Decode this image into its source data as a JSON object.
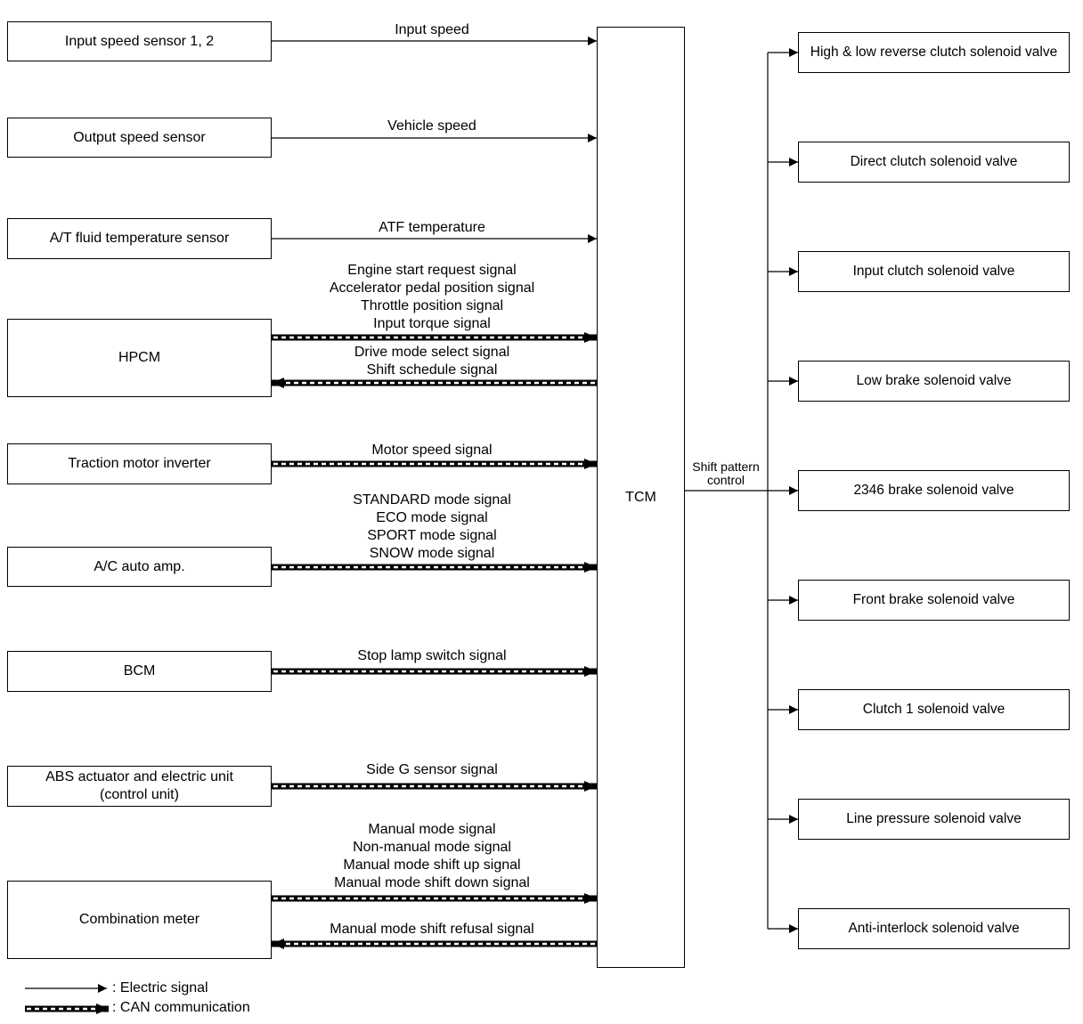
{
  "inputs": [
    {
      "lines": [
        "Input speed sensor 1, 2"
      ]
    },
    {
      "lines": [
        "Output speed sensor"
      ]
    },
    {
      "lines": [
        "A/T fluid temperature sensor"
      ]
    },
    {
      "lines": [
        "HPCM"
      ]
    },
    {
      "lines": [
        "Traction motor inverter"
      ]
    },
    {
      "lines": [
        "A/C auto amp."
      ]
    },
    {
      "lines": [
        "BCM"
      ]
    },
    {
      "lines": [
        "ABS actuator and electric unit",
        "(control unit)"
      ]
    },
    {
      "lines": [
        "Combination meter"
      ]
    }
  ],
  "signals": [
    {
      "lines": [
        "Input speed"
      ],
      "type": "electric",
      "direction": "to-tcm"
    },
    {
      "lines": [
        "Vehicle speed"
      ],
      "type": "electric",
      "direction": "to-tcm"
    },
    {
      "lines": [
        "ATF temperature"
      ],
      "type": "electric",
      "direction": "to-tcm"
    },
    {
      "lines": [
        "Engine start request signal",
        "Accelerator pedal position signal",
        "Throttle position signal",
        "Input torque signal"
      ],
      "type": "can",
      "direction": "to-tcm"
    },
    {
      "lines": [
        "Drive mode select signal",
        "Shift schedule signal"
      ],
      "type": "can",
      "direction": "from-tcm"
    },
    {
      "lines": [
        "Motor speed signal"
      ],
      "type": "can",
      "direction": "to-tcm"
    },
    {
      "lines": [
        "STANDARD mode signal",
        "ECO mode signal",
        "SPORT mode signal",
        "SNOW mode signal"
      ],
      "type": "can",
      "direction": "to-tcm"
    },
    {
      "lines": [
        "Stop lamp switch signal"
      ],
      "type": "can",
      "direction": "to-tcm"
    },
    {
      "lines": [
        "Side G sensor signal"
      ],
      "type": "can",
      "direction": "to-tcm"
    },
    {
      "lines": [
        "Manual mode signal",
        "Non-manual mode signal",
        "Manual mode shift up signal",
        "Manual mode shift down signal"
      ],
      "type": "can",
      "direction": "to-tcm"
    },
    {
      "lines": [
        "Manual mode shift refusal signal"
      ],
      "type": "can",
      "direction": "from-tcm"
    }
  ],
  "tcm": {
    "label": "TCM"
  },
  "shift_control": {
    "lines": [
      "Shift pattern",
      "control"
    ]
  },
  "outputs": [
    {
      "lines": [
        "High & low reverse clutch solenoid valve"
      ]
    },
    {
      "lines": [
        "Direct clutch solenoid valve"
      ]
    },
    {
      "lines": [
        "Input clutch solenoid valve"
      ]
    },
    {
      "lines": [
        "Low brake solenoid valve"
      ]
    },
    {
      "lines": [
        "2346 brake solenoid valve"
      ]
    },
    {
      "lines": [
        "Front brake solenoid valve"
      ]
    },
    {
      "lines": [
        "Clutch 1 solenoid valve"
      ]
    },
    {
      "lines": [
        "Line pressure solenoid valve"
      ]
    },
    {
      "lines": [
        "Anti-interlock solenoid valve"
      ]
    }
  ],
  "legend": [
    {
      "type": "electric",
      "label": ": Electric signal"
    },
    {
      "type": "can",
      "label": ": CAN communication"
    }
  ]
}
